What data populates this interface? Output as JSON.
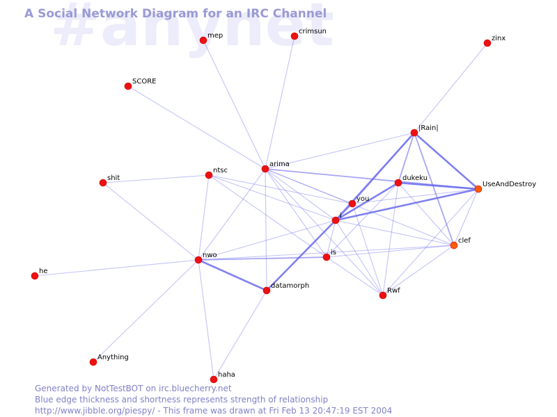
{
  "channel": "#anynet",
  "title": "A Social Network Diagram for an IRC Channel",
  "footer": {
    "line1": "Generated by NotTestBOT on irc.bluecherry.net",
    "line2": "Blue edge thickness and shortness represents strength of relationship",
    "line3": "http://www.jibble.org/piespy/ - This frame was drawn at Fri Feb 13 20:47:19 EST 2004"
  },
  "colors": {
    "edge": "#6a6aee",
    "node": "#ee1111",
    "node_highlight": "#ff5a00",
    "title": "#9a9ad6",
    "watermark": "#ececfa"
  },
  "nodes": [
    {
      "id": "mep",
      "label": "mep"
    },
    {
      "id": "crimsun",
      "label": "crimsun"
    },
    {
      "id": "zinx",
      "label": "zinx"
    },
    {
      "id": "SCORE",
      "label": "SCORE"
    },
    {
      "id": "Rain",
      "label": "|Rain|"
    },
    {
      "id": "arima",
      "label": "arima"
    },
    {
      "id": "ntsc",
      "label": "ntsc"
    },
    {
      "id": "shit",
      "label": "shit"
    },
    {
      "id": "dukeku",
      "label": "dukeku"
    },
    {
      "id": "UseAndDestroy",
      "label": "UseAndDestroy",
      "highlight": true
    },
    {
      "id": "you",
      "label": "you"
    },
    {
      "id": "i",
      "label": "i"
    },
    {
      "id": "clef",
      "label": "clef",
      "highlight": true
    },
    {
      "id": "is",
      "label": "is"
    },
    {
      "id": "nwo",
      "label": "nwo"
    },
    {
      "id": "he",
      "label": "he"
    },
    {
      "id": "datamorph",
      "label": "datamorph"
    },
    {
      "id": "Rwf",
      "label": "Rwf"
    },
    {
      "id": "Anything",
      "label": "Anything"
    },
    {
      "id": "haha",
      "label": "haha"
    }
  ],
  "edges": [
    {
      "from": "mep",
      "to": "arima",
      "strength": 1
    },
    {
      "from": "crimsun",
      "to": "arima",
      "strength": 1
    },
    {
      "from": "SCORE",
      "to": "arima",
      "strength": 1
    },
    {
      "from": "zinx",
      "to": "Rain",
      "strength": 1
    },
    {
      "from": "Rain",
      "to": "arima",
      "strength": 1
    },
    {
      "from": "Rain",
      "to": "dukeku",
      "strength": 2
    },
    {
      "from": "Rain",
      "to": "UseAndDestroy",
      "strength": 3
    },
    {
      "from": "Rain",
      "to": "i",
      "strength": 3
    },
    {
      "from": "Rain",
      "to": "clef",
      "strength": 2
    },
    {
      "from": "Rain",
      "to": "you",
      "strength": 1
    },
    {
      "from": "dukeku",
      "to": "UseAndDestroy",
      "strength": 3
    },
    {
      "from": "dukeku",
      "to": "i",
      "strength": 3
    },
    {
      "from": "dukeku",
      "to": "is",
      "strength": 1
    },
    {
      "from": "dukeku",
      "to": "clef",
      "strength": 1
    },
    {
      "from": "dukeku",
      "to": "Rwf",
      "strength": 1
    },
    {
      "from": "UseAndDestroy",
      "to": "you",
      "strength": 1
    },
    {
      "from": "UseAndDestroy",
      "to": "i",
      "strength": 3
    },
    {
      "from": "UseAndDestroy",
      "to": "clef",
      "strength": 1
    },
    {
      "from": "UseAndDestroy",
      "to": "Rwf",
      "strength": 1
    },
    {
      "from": "UseAndDestroy",
      "to": "arima",
      "strength": 2
    },
    {
      "from": "arima",
      "to": "you",
      "strength": 1
    },
    {
      "from": "arima",
      "to": "i",
      "strength": 1
    },
    {
      "from": "arima",
      "to": "is",
      "strength": 1
    },
    {
      "from": "arima",
      "to": "clef",
      "strength": 1
    },
    {
      "from": "arima",
      "to": "nwo",
      "strength": 1
    },
    {
      "from": "arima",
      "to": "datamorph",
      "strength": 1
    },
    {
      "from": "arima",
      "to": "Rwf",
      "strength": 1
    },
    {
      "from": "ntsc",
      "to": "shit",
      "strength": 1
    },
    {
      "from": "ntsc",
      "to": "you",
      "strength": 1
    },
    {
      "from": "ntsc",
      "to": "i",
      "strength": 1
    },
    {
      "from": "ntsc",
      "to": "is",
      "strength": 1
    },
    {
      "from": "ntsc",
      "to": "nwo",
      "strength": 1
    },
    {
      "from": "you",
      "to": "i",
      "strength": 2
    },
    {
      "from": "you",
      "to": "Rwf",
      "strength": 1
    },
    {
      "from": "i",
      "to": "nwo",
      "strength": 1
    },
    {
      "from": "i",
      "to": "is",
      "strength": 1
    },
    {
      "from": "i",
      "to": "datamorph",
      "strength": 3
    },
    {
      "from": "i",
      "to": "clef",
      "strength": 1
    },
    {
      "from": "i",
      "to": "Rwf",
      "strength": 1
    },
    {
      "from": "is",
      "to": "nwo",
      "strength": 2
    },
    {
      "from": "is",
      "to": "clef",
      "strength": 1
    },
    {
      "from": "is",
      "to": "Rwf",
      "strength": 1
    },
    {
      "from": "clef",
      "to": "Rwf",
      "strength": 1
    },
    {
      "from": "clef",
      "to": "nwo",
      "strength": 1
    },
    {
      "from": "shit",
      "to": "nwo",
      "strength": 1
    },
    {
      "from": "he",
      "to": "nwo",
      "strength": 1
    },
    {
      "from": "nwo",
      "to": "datamorph",
      "strength": 3
    },
    {
      "from": "nwo",
      "to": "Anything",
      "strength": 1
    },
    {
      "from": "nwo",
      "to": "haha",
      "strength": 1
    },
    {
      "from": "datamorph",
      "to": "haha",
      "strength": 1
    }
  ]
}
